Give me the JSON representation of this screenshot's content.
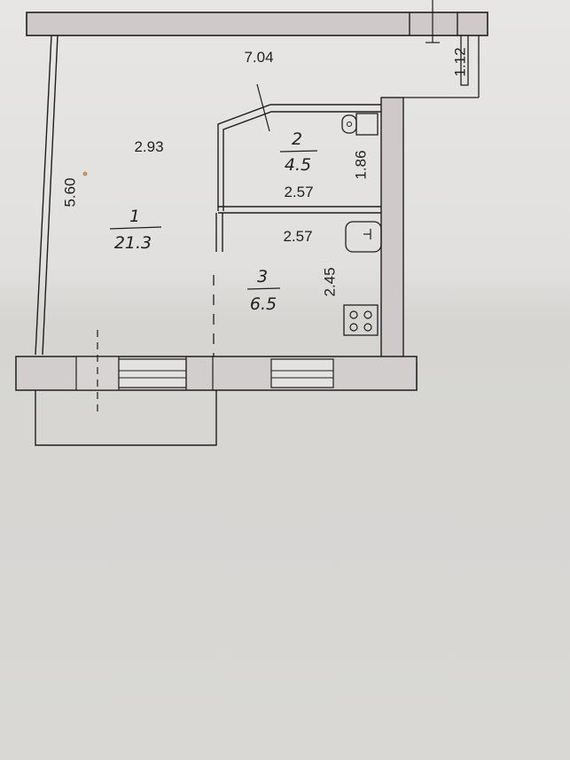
{
  "rooms": [
    {
      "id": "1",
      "number": "1",
      "area": "21.3"
    },
    {
      "id": "2",
      "number": "2",
      "area": "4.5"
    },
    {
      "id": "3",
      "number": "3",
      "area": "6.5"
    }
  ],
  "dimensions": {
    "total_width": "7.04",
    "stub_depth": "1.12",
    "room1_width": "2.93",
    "room1_depth": "5.60",
    "bath_height": "1.86",
    "bath_width": "2.57",
    "kitchen_width": "2.57",
    "kitchen_depth": "2.45"
  },
  "colors": {
    "paper": "#dcdbd8",
    "paper_light": "#e9e8e6",
    "wall_fill": "#cfc9c9",
    "ink": "#1f1f1f"
  },
  "fixtures": {
    "toilet": "toilet-icon",
    "sink": "sink-icon",
    "stove": "stove-icon"
  }
}
